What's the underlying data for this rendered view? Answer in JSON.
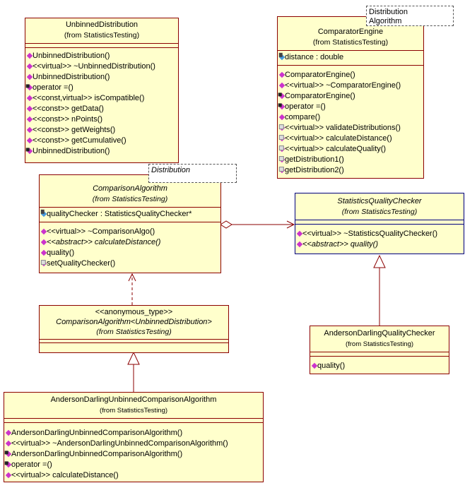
{
  "unbinned": {
    "name": "UnbinnedDistribution",
    "from": "(from StatisticsTesting)",
    "ops": [
      {
        "text": "UnbinnedDistribution()",
        "vis": "pub"
      },
      {
        "text": "<<virtual>> ~UnbinnedDistribution()",
        "vis": "pub"
      },
      {
        "text": "UnbinnedDistribution()",
        "vis": "pub"
      },
      {
        "text": "operator =()",
        "vis": "prot"
      },
      {
        "text": "<<const,virtual>> isCompatible()",
        "vis": "pub"
      },
      {
        "text": "<<const>> getData()",
        "vis": "pub"
      },
      {
        "text": "<<const>> nPoints()",
        "vis": "pub"
      },
      {
        "text": "<<const>> getWeights()",
        "vis": "pub"
      },
      {
        "text": "<<const>> getCumulative()",
        "vis": "pub"
      },
      {
        "text": "UnbinnedDistribution()",
        "vis": "prot"
      }
    ]
  },
  "comparator_engine": {
    "name": "ComparatorEngine",
    "from": "(from StatisticsTesting)",
    "note_line1": "Distribution",
    "note_line2": "Algorithm",
    "attr": "distance : double",
    "ops": [
      {
        "text": "ComparatorEngine()",
        "vis": "pub"
      },
      {
        "text": "<<virtual>> ~ComparatorEngine()",
        "vis": "pub"
      },
      {
        "text": "ComparatorEngine()",
        "vis": "prot"
      },
      {
        "text": "operator =()",
        "vis": "prot"
      },
      {
        "text": "compare()",
        "vis": "pub"
      },
      {
        "text": "<<virtual>> validateDistributions()",
        "vis": "priv"
      },
      {
        "text": "<<virtual>> calculateDistance()",
        "vis": "priv"
      },
      {
        "text": "<<virtual>> calculateQuality()",
        "vis": "priv"
      },
      {
        "text": "getDistribution1()",
        "vis": "priv"
      },
      {
        "text": "getDistribution2()",
        "vis": "priv"
      }
    ]
  },
  "comparison_algorithm": {
    "name": "ComparisonAlgorithm",
    "from": "(from StatisticsTesting)",
    "note": "Distribution",
    "attr": "qualityChecker : StatisticsQualityChecker*",
    "ops": [
      {
        "text": "<<virtual>> ~ComparisonAlgo()",
        "vis": "pub",
        "italic": false
      },
      {
        "text": "<<abstract>> calculateDistance()",
        "vis": "pub",
        "italic": true
      },
      {
        "text": "quality()",
        "vis": "pub",
        "italic": false
      },
      {
        "text": "setQualityChecker()",
        "vis": "priv",
        "italic": false
      }
    ]
  },
  "quality_checker": {
    "name": "StatisticsQualityChecker",
    "from": "(from StatisticsTesting)",
    "ops": [
      {
        "text": "<<virtual>> ~StatisticsQualityChecker()",
        "vis": "pub",
        "italic": false
      },
      {
        "text": "<<abstract>> quality()",
        "vis": "pub",
        "italic": true
      }
    ]
  },
  "anonymous": {
    "stereotype": "<<anonymous_type>>",
    "name": "ComparisonAlgorithm<UnbinnedDistribution>",
    "from": "(from StatisticsTesting)"
  },
  "ad_quality_checker": {
    "name": "AndersonDarlingQualityChecker",
    "from": "(from StatisticsTesting)",
    "ops": [
      {
        "text": "quality()",
        "vis": "pub"
      }
    ]
  },
  "ad_unbinned": {
    "name": "AndersonDarlingUnbinnedComparisonAlgorithm",
    "from": "(from StatisticsTesting)",
    "ops": [
      {
        "text": "AndersonDarlingUnbinnedComparisonAlgorithm()",
        "vis": "pub"
      },
      {
        "text": "<<virtual>> ~AndersonDarlingUnbinnedComparisonAlgorithm()",
        "vis": "pub"
      },
      {
        "text": "AndersonDarlingUnbinnedComparisonAlgorithm()",
        "vis": "prot"
      },
      {
        "text": "operator =()",
        "vis": "prot"
      },
      {
        "text": "<<virtual>> calculateDistance()",
        "vis": "pub"
      }
    ]
  }
}
